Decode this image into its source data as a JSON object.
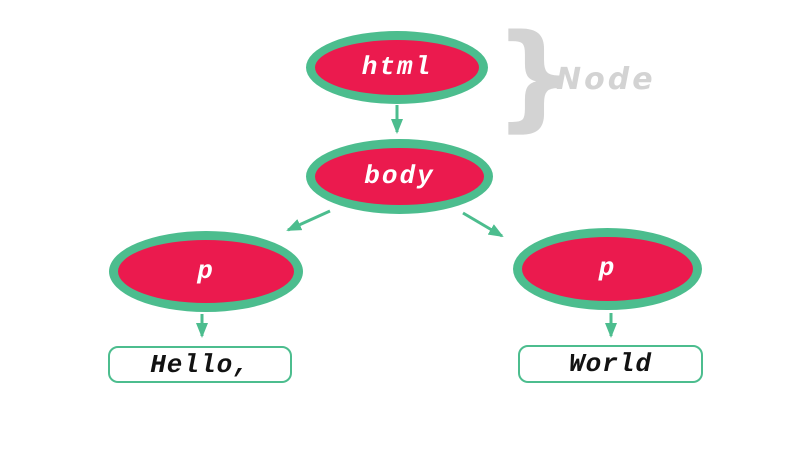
{
  "colors": {
    "node_fill": "#EB1A4E",
    "node_border": "#4CBD8E",
    "arrow": "#4CBD8E",
    "text_box_border": "#4CBD8E",
    "node_text": "#FFFFFF",
    "text_box_text": "#121212",
    "annotation_gray": "#D3D3D3",
    "background": "#FFFFFF"
  },
  "tree": {
    "nodes": [
      {
        "id": "html",
        "label": "html",
        "kind": "element-node"
      },
      {
        "id": "body",
        "label": "body",
        "kind": "element-node"
      },
      {
        "id": "p-left",
        "label": "p",
        "kind": "element-node"
      },
      {
        "id": "p-right",
        "label": "p",
        "kind": "element-node"
      },
      {
        "id": "text-left",
        "label": "Hello,",
        "kind": "text-node"
      },
      {
        "id": "text-right",
        "label": "World",
        "kind": "text-node"
      }
    ],
    "edges": [
      {
        "from": "html",
        "to": "body"
      },
      {
        "from": "body",
        "to": "p-left"
      },
      {
        "from": "body",
        "to": "p-right"
      },
      {
        "from": "p-left",
        "to": "text-left"
      },
      {
        "from": "p-right",
        "to": "text-right"
      }
    ]
  },
  "annotation": {
    "brace_glyph": "}",
    "label": "Node"
  }
}
